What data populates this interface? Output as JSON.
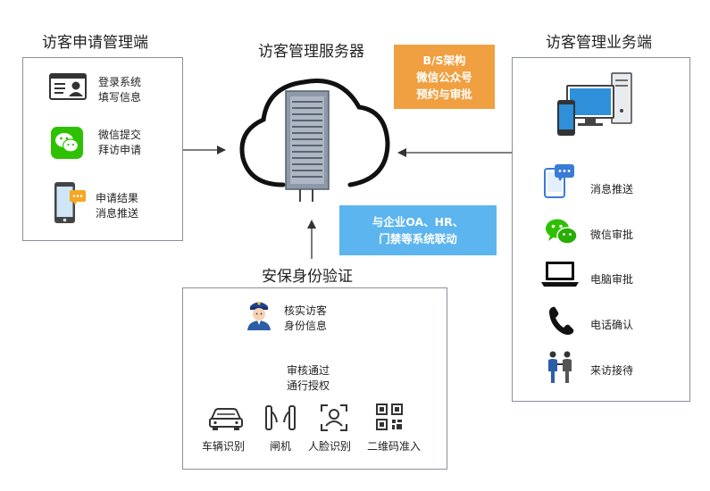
{
  "left_panel": {
    "title": "访客申请管理端",
    "items": [
      {
        "icon": "id-card-icon",
        "lines": [
          "登录系统",
          "填写信息"
        ]
      },
      {
        "icon": "wechat-icon",
        "lines": [
          "微信提交",
          "拜访申请"
        ]
      },
      {
        "icon": "smartphone-notification-icon",
        "lines": [
          "申请结果",
          "消息推送"
        ]
      }
    ]
  },
  "server": {
    "title": "访客管理服务器",
    "icon": "cloud-server-icon"
  },
  "callouts": {
    "architecture": {
      "lines": [
        "B/S架构",
        "微信公众号",
        "预约与审批"
      ],
      "color": "#f0a040"
    },
    "integration": {
      "lines": [
        "与企业OA、HR、",
        "门禁等系统联动"
      ],
      "color": "#5cb5ee"
    }
  },
  "right_panel": {
    "title": "访客管理业务端",
    "items": [
      {
        "icon": "tablet-message-icon",
        "label": "消息推送"
      },
      {
        "icon": "wechat-icon",
        "label": "微信审批"
      },
      {
        "icon": "laptop-icon",
        "label": "电脑审批"
      },
      {
        "icon": "phone-handset-icon",
        "label": "电话确认"
      },
      {
        "icon": "reception-people-icon",
        "label": "来访接待"
      }
    ]
  },
  "security_panel": {
    "title": "安保身份验证",
    "steps": [
      {
        "icon": "security-guard-icon",
        "lines": [
          "核实访客",
          "身份信息"
        ]
      },
      {
        "lines": [
          "审核通过",
          "通行授权"
        ]
      }
    ],
    "methods": [
      {
        "icon": "car-icon",
        "label": "车辆识别"
      },
      {
        "icon": "turnstile-gate-icon",
        "label": "闸机"
      },
      {
        "icon": "face-scan-icon",
        "label": "人脸识别"
      },
      {
        "icon": "qr-code-icon",
        "label": "二维码准入"
      }
    ]
  },
  "colors": {
    "border": "#8a9099",
    "arrow": "#333333",
    "wechat": "#2dc100"
  }
}
